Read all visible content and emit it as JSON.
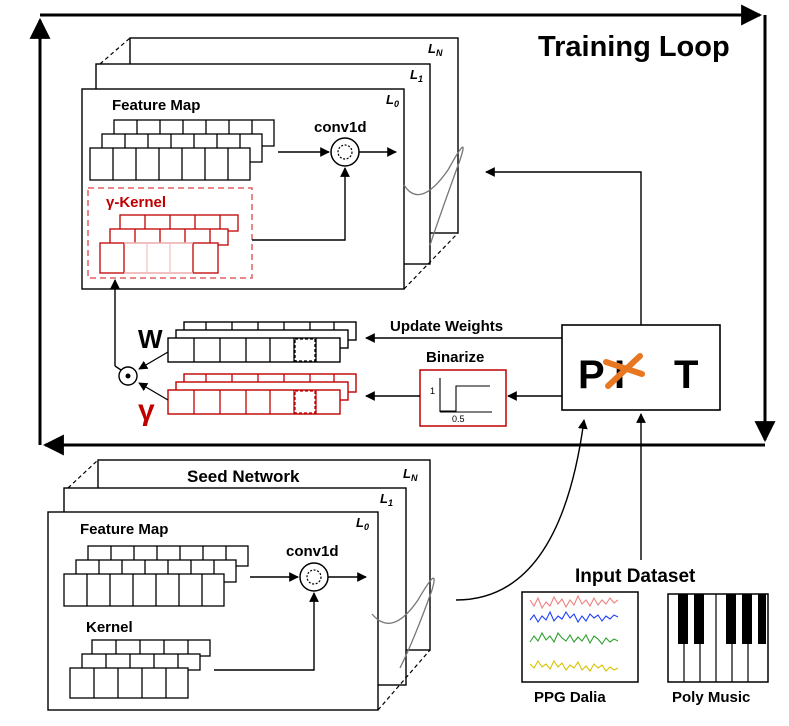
{
  "title": "Training Loop",
  "top_network": {
    "layers": [
      {
        "letter": "L",
        "sub": "N"
      },
      {
        "letter": "L",
        "sub": "1"
      },
      {
        "letter": "L",
        "sub": "0"
      }
    ],
    "feature_map_label": "Feature Map",
    "conv_label": "conv1d",
    "kernel_label": "γ-Kernel"
  },
  "weights_symbol": "W",
  "gamma_symbol": "γ",
  "update_weights_label": "Update Weights",
  "binarize": {
    "label": "Binarize",
    "y_tick": "1",
    "x_tick": "0.5"
  },
  "pit": {
    "p": "P",
    "i": "I",
    "t": "T"
  },
  "seed_network": {
    "title": "Seed Network",
    "layers": [
      {
        "letter": "L",
        "sub": "N"
      },
      {
        "letter": "L",
        "sub": "1"
      },
      {
        "letter": "L",
        "sub": "0"
      }
    ],
    "feature_map_label": "Feature Map",
    "conv_label": "conv1d",
    "kernel_label": "Kernel"
  },
  "input_dataset": {
    "title": "Input Dataset",
    "datasets": [
      "PPG Dalia",
      "Poly Music"
    ]
  },
  "colors": {
    "accent_red": "#c00000",
    "light_red": "#f4c7c7",
    "orange": "#e87722",
    "wave_colors": [
      "#f08080",
      "#1f3fff",
      "#2ca02c",
      "#d4c400"
    ]
  }
}
